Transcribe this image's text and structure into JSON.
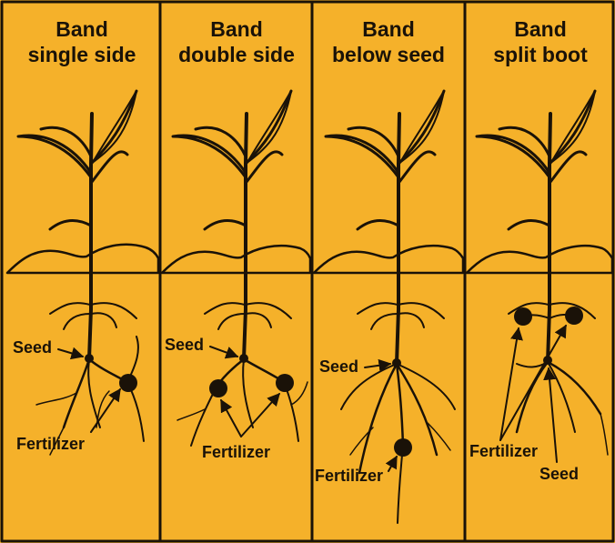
{
  "colors": {
    "background": "#f5b12a",
    "ink": "#1a1208"
  },
  "panels": [
    {
      "title_line1": "Band",
      "title_line2": "single side",
      "labels": {
        "seed": "Seed",
        "fertilizer": "Fertilizer"
      }
    },
    {
      "title_line1": "Band",
      "title_line2": "double side",
      "labels": {
        "seed": "Seed",
        "fertilizer": "Fertilizer"
      }
    },
    {
      "title_line1": "Band",
      "title_line2": "below seed",
      "labels": {
        "seed": "Seed",
        "fertilizer": "Fertilizer"
      }
    },
    {
      "title_line1": "Band",
      "title_line2": "split boot",
      "labels": {
        "seed": "Seed",
        "fertilizer": "Fertilizer"
      }
    }
  ]
}
